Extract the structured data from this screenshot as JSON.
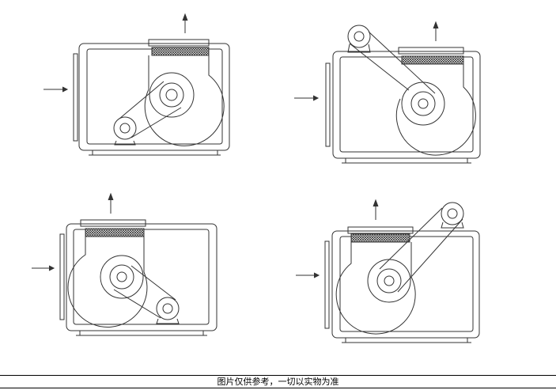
{
  "caption": "图片仅供参考，一切以实物为准",
  "diagrams": [
    {
      "motor_position": "bottom-left",
      "outlet_position": "top-right"
    },
    {
      "motor_position": "top-left",
      "outlet_position": "top-right"
    },
    {
      "motor_position": "bottom-right",
      "outlet_position": "top-left"
    },
    {
      "motor_position": "top-right",
      "outlet_position": "top-left"
    }
  ],
  "colors": {
    "line": "#333333",
    "background": "#ffffff"
  }
}
